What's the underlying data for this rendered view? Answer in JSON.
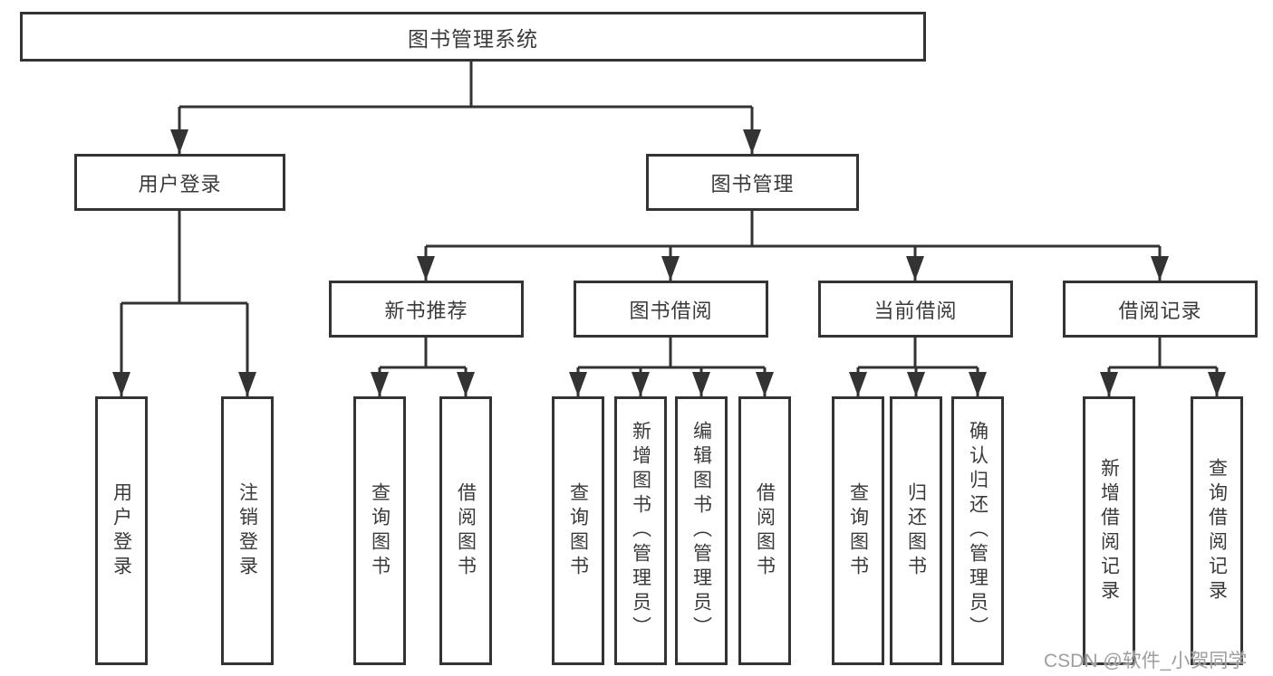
{
  "diagram": {
    "title": "图书管理系统",
    "colors": {
      "line": "#333333",
      "text": "#3a3a3a",
      "watermark": "#9e9e9e",
      "background": "#ffffff"
    },
    "nodes": {
      "root": "图书管理系统",
      "user_login": "用户登录",
      "book_management": "图书管理",
      "new_book_recommend": "新书推荐",
      "book_borrow": "图书借阅",
      "current_borrow": "当前借阅",
      "borrow_records": "借阅记录",
      "login_children": [
        "用户登录",
        "注销登录"
      ],
      "new_book_children": [
        "查询图书",
        "借阅图书"
      ],
      "borrow_children": [
        "查询图书",
        "新增图书（管理员）",
        "编辑图书（管理员）",
        "借阅图书"
      ],
      "current_children": [
        "查询图书",
        "归还图书",
        "确认归还（管理员）"
      ],
      "records_children": [
        "新增借阅记录",
        "查询借阅记录"
      ]
    },
    "watermark": "CSDN @软件_小贺同学"
  }
}
